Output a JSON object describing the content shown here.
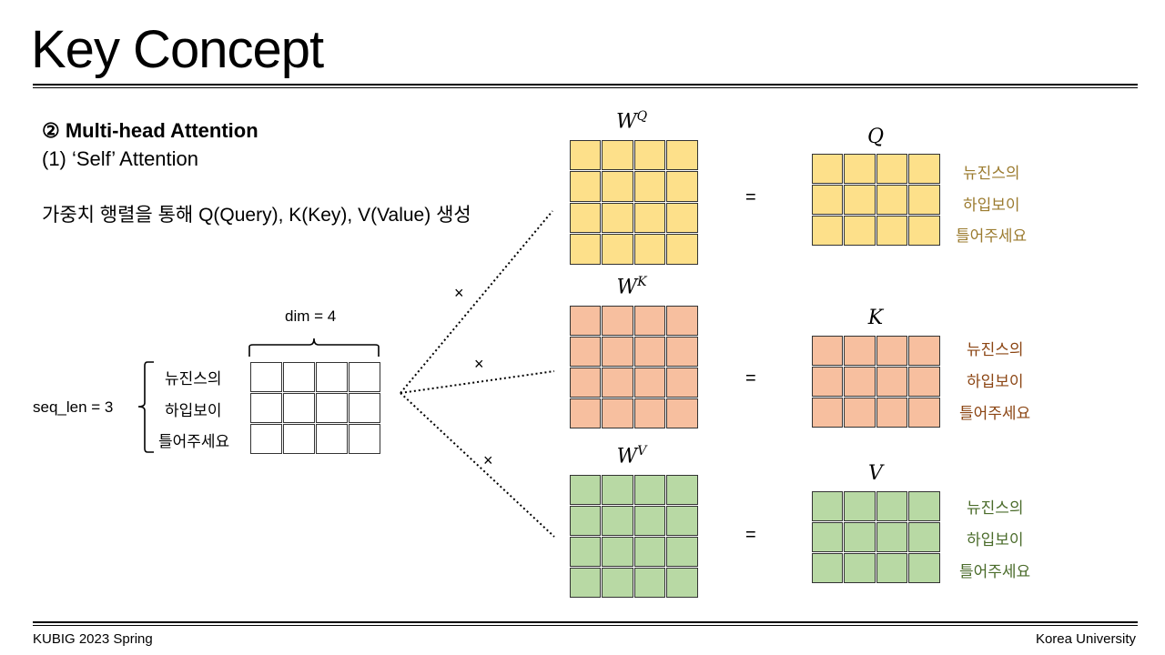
{
  "title": "Key Concept",
  "section": "② Multi-head Attention",
  "subsection": "(1) ‘Self’ Attention",
  "description": "가중치 행렬을 통해 Q(Query), K(Key), V(Value) 생성",
  "input": {
    "dim_label": "dim = 4",
    "seq_label": "seq_len = 3",
    "tokens": [
      "뉴진스의",
      "하입보이",
      "틀어주세요"
    ]
  },
  "weights": {
    "wq": {
      "base": "W",
      "sup": "Q"
    },
    "wk": {
      "base": "W",
      "sup": "K"
    },
    "wv": {
      "base": "W",
      "sup": "V"
    }
  },
  "outputs": {
    "q": {
      "label": "Q",
      "tokens": [
        "뉴진스의",
        "하입보이",
        "틀어주세요"
      ]
    },
    "k": {
      "label": "K",
      "tokens": [
        "뉴진스의",
        "하입보이",
        "틀어주세요"
      ]
    },
    "v": {
      "label": "V",
      "tokens": [
        "뉴진스의",
        "하입보이",
        "틀어주세요"
      ]
    }
  },
  "operators": {
    "times": "×",
    "equals": "="
  },
  "colors": {
    "q_fill": "#fde08a",
    "q_text": "#9b7b2f",
    "k_fill": "#f7bf9f",
    "k_text": "#8b4513",
    "v_fill": "#b8d9a4",
    "v_text": "#4a6b2a"
  },
  "footer": {
    "left": "KUBIG 2023 Spring",
    "right": "Korea University"
  }
}
